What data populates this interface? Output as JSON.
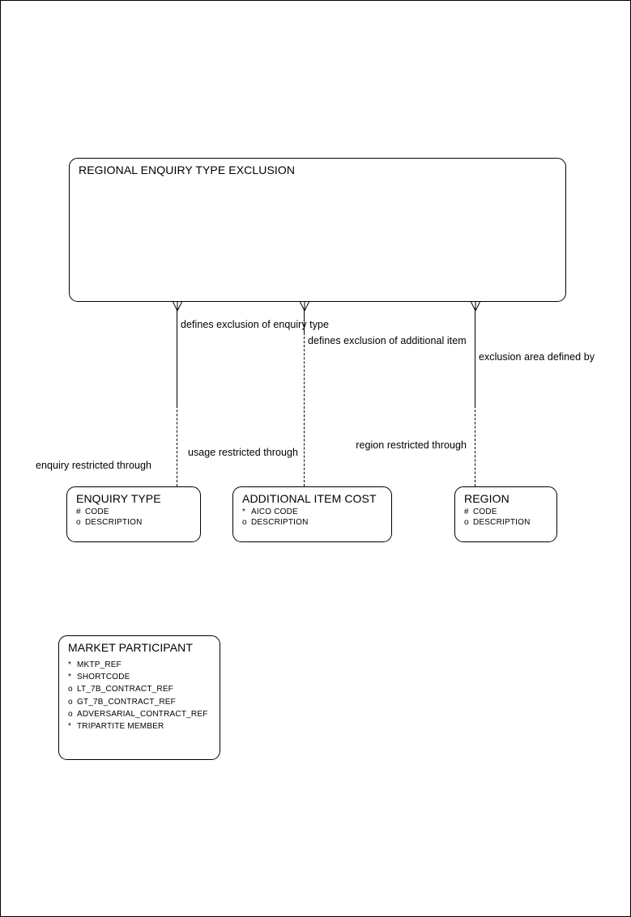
{
  "diagram": {
    "type": "entity-relationship",
    "notation": "Oracle Barker / crow's foot",
    "marker_legend": {
      "hash": "#",
      "asterisk": "*",
      "o": "o"
    }
  },
  "entities": [
    {
      "id": "regional-enquiry-type-exclusion",
      "name": "REGIONAL ENQUIRY TYPE EXCLUSION",
      "attributes": []
    },
    {
      "id": "enquiry-type",
      "name": "ENQUIRY TYPE",
      "attributes": [
        {
          "marker": "#",
          "label": "CODE"
        },
        {
          "marker": "o",
          "label": "DESCRIPTION"
        }
      ]
    },
    {
      "id": "additional-item-cost",
      "name": "ADDITIONAL ITEM COST",
      "attributes": [
        {
          "marker": "*",
          "label": "AICO CODE"
        },
        {
          "marker": "o",
          "label": "DESCRIPTION"
        }
      ]
    },
    {
      "id": "region",
      "name": "REGION",
      "attributes": [
        {
          "marker": "#",
          "label": "CODE"
        },
        {
          "marker": "o",
          "label": "DESCRIPTION"
        }
      ]
    },
    {
      "id": "market-participant",
      "name": "MARKET PARTICIPANT",
      "attributes": [
        {
          "marker": "*",
          "label": "MKTP_REF"
        },
        {
          "marker": "*",
          "label": "SHORTCODE"
        },
        {
          "marker": "o",
          "label": "LT_7B_CONTRACT_REF"
        },
        {
          "marker": "o",
          "label": "GT_7B_CONTRACT_REF"
        },
        {
          "marker": "o",
          "label": "ADVERSARIAL_CONTRACT_REF"
        },
        {
          "marker": "*",
          "label": "TRIPARTITE MEMBER"
        }
      ]
    }
  ],
  "relationships": [
    {
      "id": "exclusion-of-enquiry-type",
      "from": "regional-enquiry-type-exclusion",
      "to": "enquiry-type",
      "parent_label": "defines exclusion of enquiry type",
      "child_label": "enquiry restricted through"
    },
    {
      "id": "exclusion-of-additional-item",
      "from": "regional-enquiry-type-exclusion",
      "to": "additional-item-cost",
      "parent_label": "defines exclusion of additional item",
      "child_label": "usage restricted through"
    },
    {
      "id": "exclusion-area",
      "from": "regional-enquiry-type-exclusion",
      "to": "region",
      "parent_label": "exclusion area defined by",
      "child_label": "region restricted through"
    }
  ]
}
